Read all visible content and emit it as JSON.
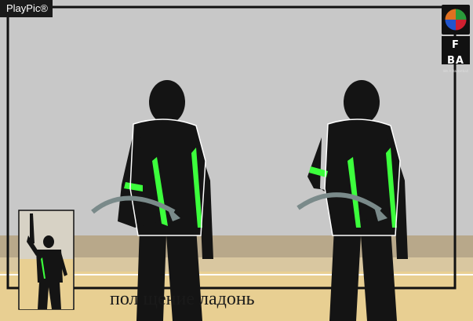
{
  "watermark": "PlayPic®",
  "caption": "пол    щение ладонь",
  "badge": {
    "logo_icon": "fiba-ball-icon",
    "text": "F BA",
    "subtext": "We A  Basketball"
  },
  "colors": {
    "background_wall": "#c8c8c8",
    "floor_stripe": "#b8a88a",
    "floor": "#e8cf92",
    "figure": "#141414",
    "accent": "#3cff3c",
    "arrow": "#7a8a8a"
  }
}
